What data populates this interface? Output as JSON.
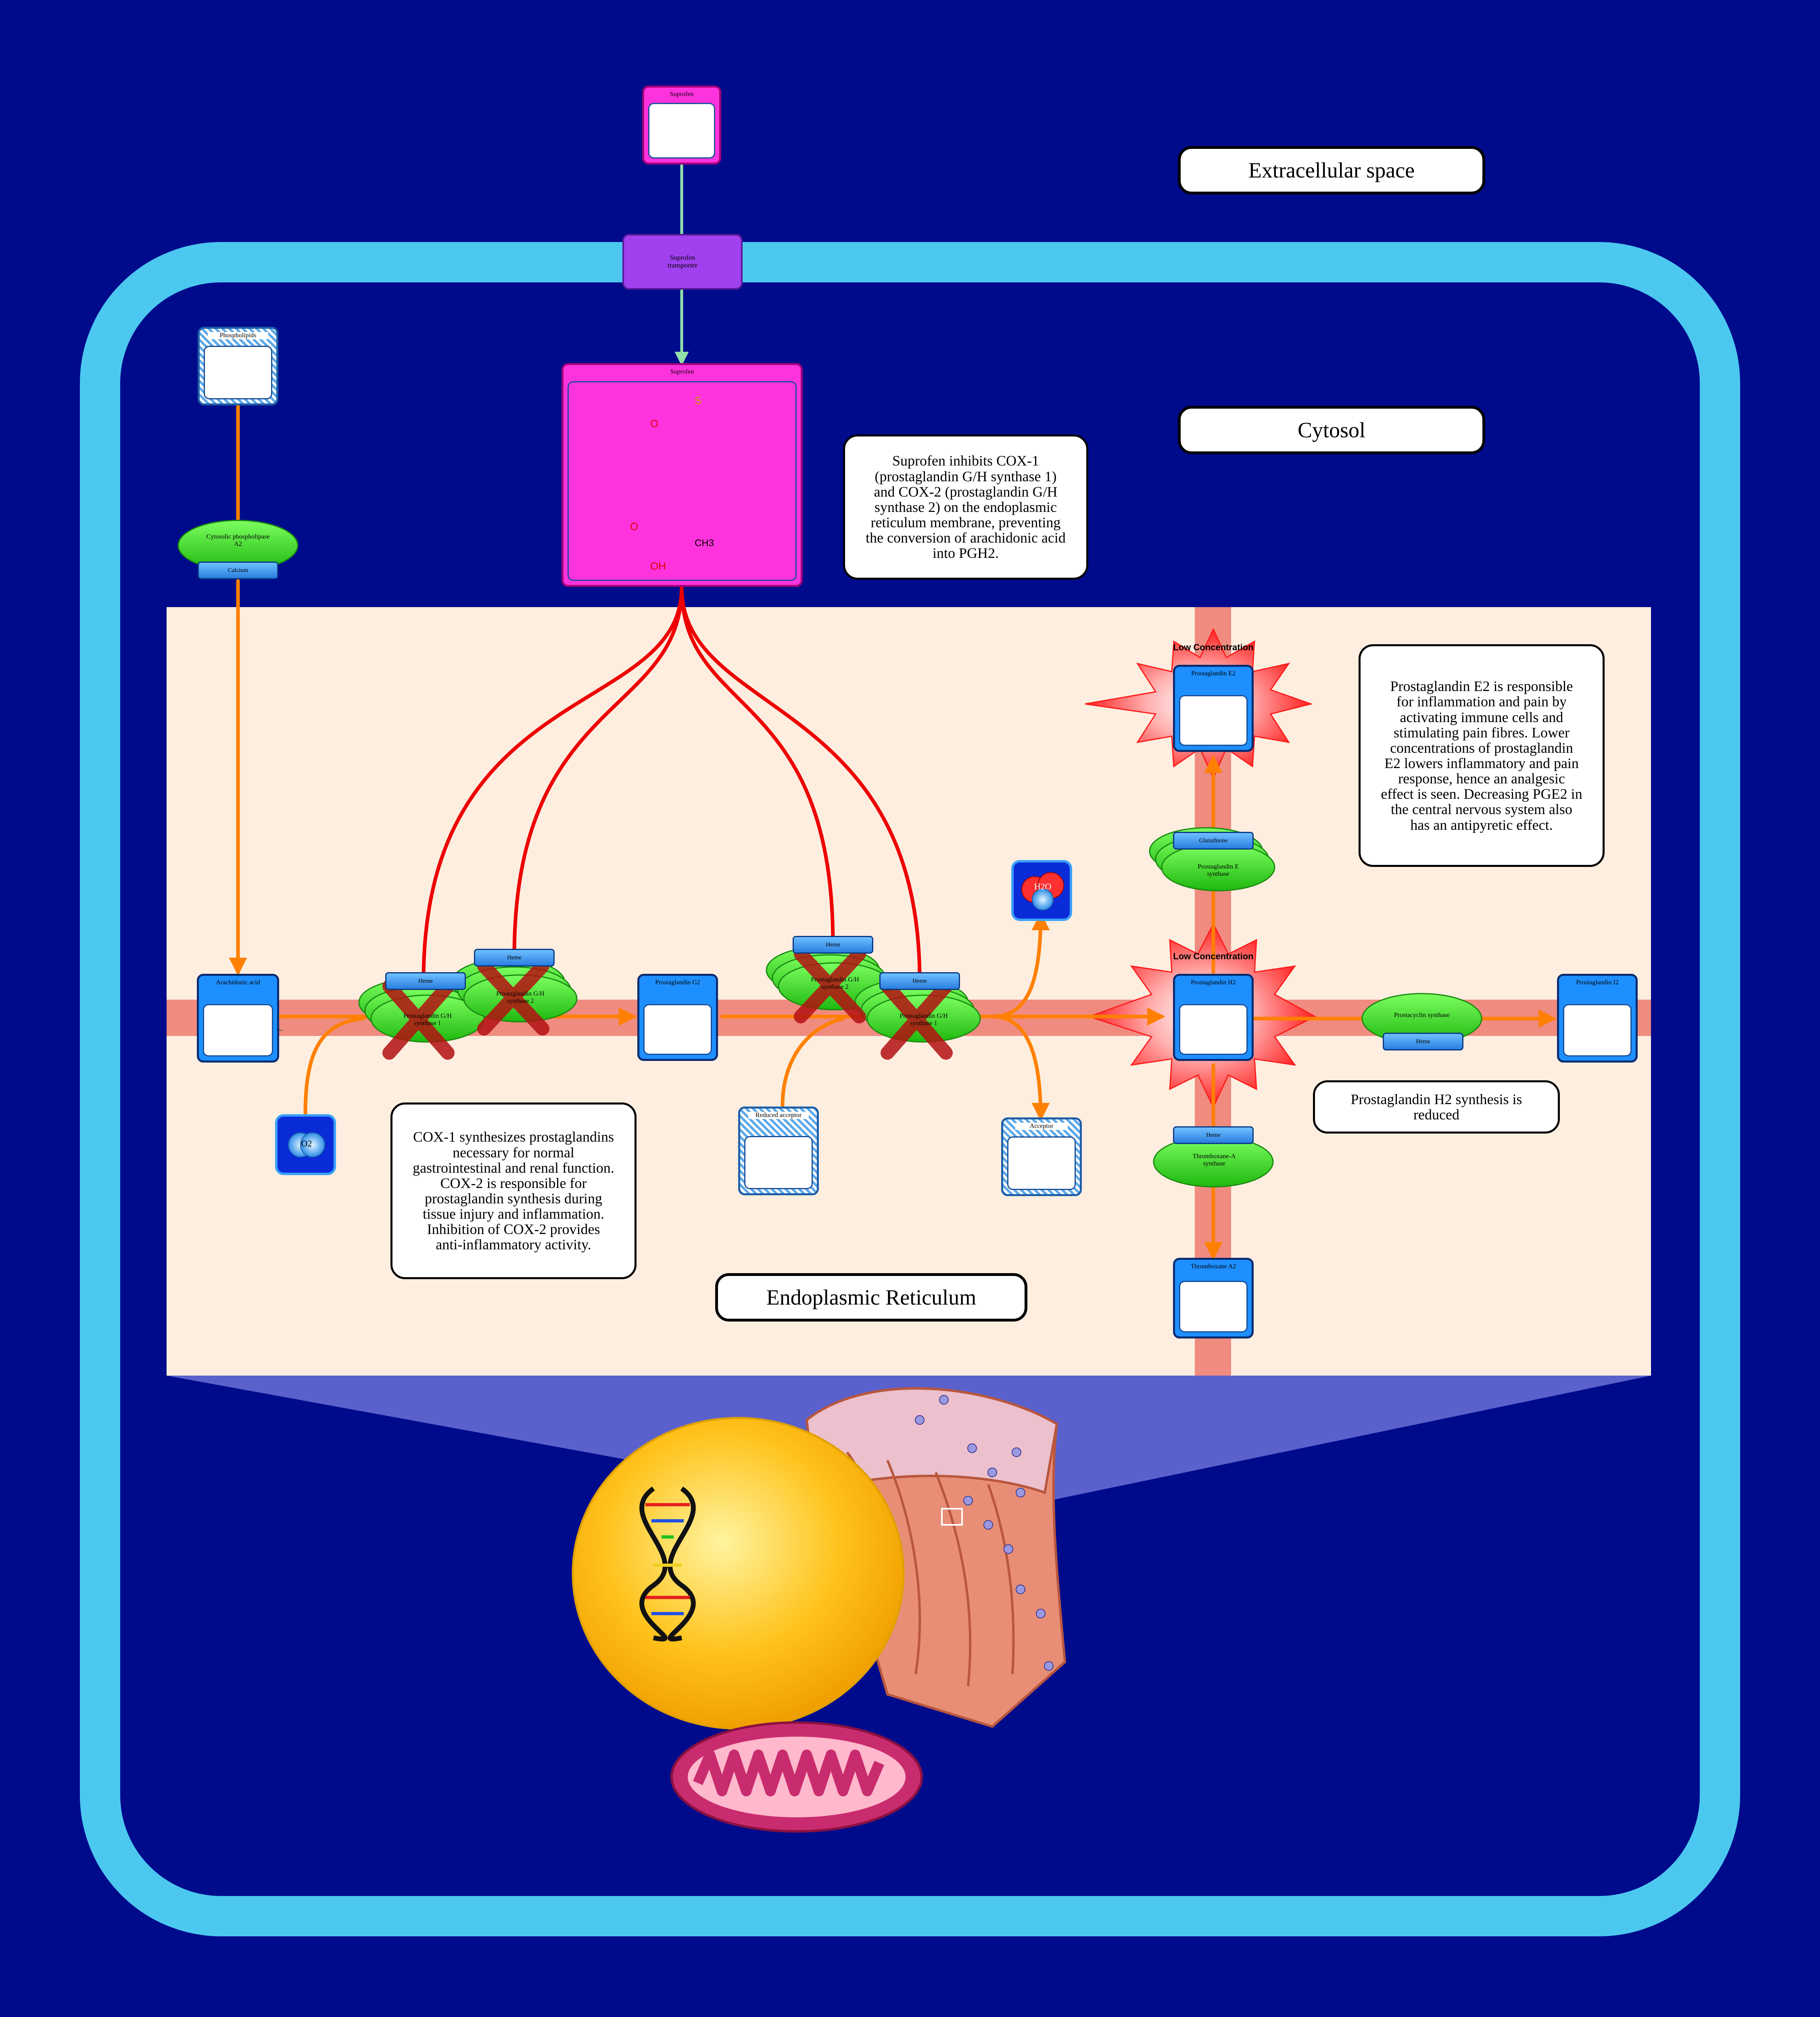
{
  "colors": {
    "background": "#000b8c",
    "cell_membrane": "#4cc8f0",
    "er_panel": "#fdeee0",
    "inhibition_line": "#ee0000",
    "conversion_arrow": "#ff8000",
    "transport_arrow": "#90e0a8",
    "enzyme": "#33dd22",
    "metabolite_card": "#1e8fff",
    "drug_card": "#ff33dd",
    "transporter": "#a040ee"
  },
  "compartments": {
    "extracellular": "Extracellular space",
    "cytosol": "Cytosol",
    "er": "Endoplasmic Reticulum"
  },
  "drug": {
    "outside_label": "Suprofen",
    "inside_label": "Suprofen",
    "structure_labels": {
      "o1": "O",
      "s": "S",
      "o2": "O",
      "oh": "OH",
      "ch3": "CH3"
    }
  },
  "transporter": {
    "label": "Suprofen transporter"
  },
  "metabolites": {
    "phospholipids": "Phospholipids",
    "arachidonic_acid": "Arachidonic acid",
    "o2": "O2",
    "pgg2": "Prostaglandin G2",
    "reduced_acceptor": "Reduced acceptor",
    "acceptor": "Acceptor",
    "h2o": "H2O",
    "pgh2": "Prostaglandin H2",
    "pge2": "Prostaglandin E2",
    "pgi2": "Prostaglandin I2",
    "txa2": "Thromboxane A2"
  },
  "enzymes": {
    "cpla2": "Cytosolic phospholipase A2",
    "calcium": "Calcium",
    "cox1_a": "Prostaglandin G/H synthase 1",
    "cox2_a": "Prostaglandin G/H synthase 2",
    "cox2_b": "Prostaglandin G/H synthase 2",
    "cox1_b": "Prostaglandin G/H synthase 1",
    "heme": "Heme",
    "pge_synthase": "Prostaglandin E synthase",
    "glutathione": "Glutathione",
    "prostacyclin_synthase": "Prostacyclin synthase",
    "prostacyclin_cofactor": "Heme",
    "thromboxane_synthase": "Thromboxane-A synthase",
    "thromboxane_cofactor": "Heme"
  },
  "low_concentration": [
    "Low Concentration",
    "Low Concentration"
  ],
  "notes": {
    "suprofen": "Suprofen inhibits COX-1 (prostaglandin G/H synthase 1) and COX-2 (prostaglandin G/H synthase 2) on the endoplasmic reticulum membrane, preventing the conversion of arachidonic acid into PGH2.",
    "pge2": "Prostaglandin E2 is responsible for inflammation and pain by activating immune cells and stimulating pain fibres. Lower concentrations of prostaglandin E2 lowers inflammatory and pain response, hence an analgesic effect is seen. Decreasing PGE2 in the central nervous system also has an antipyretic effect.",
    "pgh2": "Prostaglandin H2 synthesis is reduced",
    "cox": "COX-1 synthesizes prostaglandins necessary for normal gastrointestinal and renal function. COX-2 is responsible for prostaglandin synthesis during tissue injury and inflammation. Inhibition of COX-2 provides anti-inflammatory activity."
  }
}
